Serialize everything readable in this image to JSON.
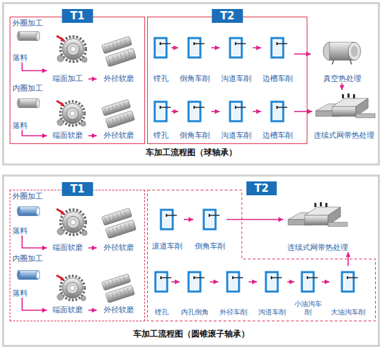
{
  "diagram": {
    "nodes": [
      {
        "text": [
          "车加工流程图（球轴承）"
        ]
      },
      {
        "text": [
          "T1"
        ],
        "in": 0
      },
      {
        "text": [
          "T2"
        ],
        "in": 0
      },
      {
        "text": [
          "外圈加工",
          "落料"
        ],
        "in": 1
      },
      {
        "text": [
          "端面加工"
        ],
        "in": 1
      },
      {
        "text": [
          "外径软磨"
        ],
        "in": 1
      },
      {
        "text": [
          "内圈加工",
          "落料"
        ],
        "in": 1
      },
      {
        "text": [
          "端面软磨"
        ],
        "in": 1
      },
      {
        "text": [
          "外径软磨"
        ],
        "in": 1
      },
      {
        "text": [
          "镗孔"
        ],
        "in": 2
      },
      {
        "text": [
          "倒角车削"
        ],
        "in": 2
      },
      {
        "text": [
          "沟道车削"
        ],
        "in": 2
      },
      {
        "text": [
          "边槽车削"
        ],
        "in": 2
      },
      {
        "text": [
          "镗孔"
        ],
        "in": 2
      },
      {
        "text": [
          "倒角车削"
        ],
        "in": 2
      },
      {
        "text": [
          "沟道车削"
        ],
        "in": 2
      },
      {
        "text": [
          "边槽车削"
        ],
        "in": 2
      },
      {
        "text": [
          "真空热处理"
        ],
        "in": 0
      },
      {
        "text": [
          "连续式网带热处理"
        ],
        "in": 0
      },
      {
        "text": [
          "车加工流程图（圆锥滚子轴承）"
        ]
      },
      {
        "text": [
          "T1"
        ],
        "in": 19
      },
      {
        "text": [
          "T2"
        ],
        "in": 19
      },
      {
        "text": [
          "外圈加工",
          "落料"
        ],
        "in": 20
      },
      {
        "text": [
          "端面软磨"
        ],
        "in": 20
      },
      {
        "text": [
          "外径软磨"
        ],
        "in": 20
      },
      {
        "text": [
          "内圈加工",
          "落料"
        ],
        "in": 20
      },
      {
        "text": [
          "端面软磨"
        ],
        "in": 20
      },
      {
        "text": [
          "外径软磨"
        ],
        "in": 20
      },
      {
        "text": [
          "滚道车削"
        ],
        "in": 21
      },
      {
        "text": [
          "倒角车削"
        ],
        "in": 21
      },
      {
        "text": [
          "连续式网带热处理"
        ],
        "in": 19
      },
      {
        "text": [
          "镗孔"
        ],
        "in": 21
      },
      {
        "text": [
          "内孔倒角"
        ],
        "in": 21
      },
      {
        "text": [
          "外径车削"
        ],
        "in": 21
      },
      {
        "text": [
          "沟道车削"
        ],
        "in": 21
      },
      {
        "text": [
          "小油沟车削"
        ],
        "in": 21
      },
      {
        "text": [
          "大油沟车削"
        ],
        "in": 21
      }
    ],
    "edges": [
      {
        "from": 3,
        "to": 4,
        "arrow": "to"
      },
      {
        "from": 4,
        "to": 5,
        "arrow": "to"
      },
      {
        "from": 6,
        "to": 7,
        "arrow": "to"
      },
      {
        "from": 7,
        "to": 8,
        "arrow": "to"
      },
      {
        "from": 9,
        "to": 10,
        "arrow": "to"
      },
      {
        "from": 10,
        "to": 11,
        "arrow": "to"
      },
      {
        "from": 11,
        "to": 12,
        "arrow": "to"
      },
      {
        "from": 12,
        "to": 17,
        "arrow": "to"
      },
      {
        "from": 13,
        "to": 14,
        "arrow": "to"
      },
      {
        "from": 14,
        "to": 15,
        "arrow": "to"
      },
      {
        "from": 15,
        "to": 16,
        "arrow": "to"
      },
      {
        "from": 16,
        "to": 18,
        "arrow": "to"
      },
      {
        "from": 17,
        "to": 18,
        "arrow": "to"
      },
      {
        "from": 22,
        "to": 23,
        "arrow": "to"
      },
      {
        "from": 23,
        "to": 24,
        "arrow": "to"
      },
      {
        "from": 25,
        "to": 26,
        "arrow": "to"
      },
      {
        "from": 26,
        "to": 27,
        "arrow": "to"
      },
      {
        "from": 28,
        "to": 29,
        "arrow": "to"
      },
      {
        "from": 29,
        "to": 30,
        "arrow": "to"
      },
      {
        "from": 31,
        "to": 32,
        "arrow": "to"
      },
      {
        "from": 32,
        "to": 33,
        "arrow": "to"
      },
      {
        "from": 33,
        "to": 34,
        "arrow": "to"
      },
      {
        "from": 34,
        "to": 35,
        "arrow": "to"
      },
      {
        "from": 35,
        "to": 36,
        "arrow": "to"
      },
      {
        "from": 36,
        "to": 30,
        "arrow": "to"
      }
    ]
  }
}
